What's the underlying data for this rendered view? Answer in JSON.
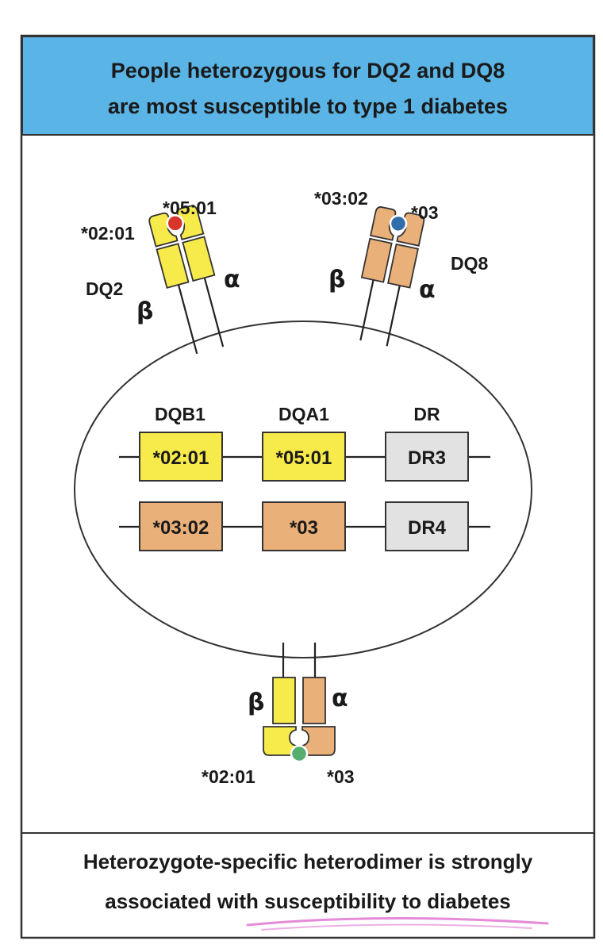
{
  "header": {
    "line1": "People heterozygous for DQ2 and DQ8",
    "line2": "are most susceptible to type 1 diabetes"
  },
  "footer": {
    "line1": "Heterozygote-specific heterodimer is strongly",
    "line2": "associated with susceptibility to diabetes"
  },
  "molecules": {
    "dq2": {
      "name": "DQ2",
      "beta_symbol": "β",
      "alpha_symbol": "α",
      "beta_allele": "*02:01",
      "alpha_allele": "*05:01"
    },
    "dq8": {
      "name": "DQ8",
      "beta_symbol": "β",
      "alpha_symbol": "α",
      "beta_allele": "*03:02",
      "alpha_allele": "*03"
    },
    "hetero": {
      "beta_symbol": "β",
      "alpha_symbol": "α",
      "beta_allele": "*02:01",
      "alpha_allele": "*03"
    }
  },
  "genes": {
    "headers": [
      "DQB1",
      "DQA1",
      "DR"
    ],
    "chromosome1": [
      "*02:01",
      "*05:01",
      "DR3"
    ],
    "chromosome2": [
      "*03:02",
      "*03",
      "DR4"
    ]
  },
  "colors": {
    "header_bg": "#5ab4e6",
    "dq2_yellow": "#f7ea4b",
    "dq8_orange": "#eab07a",
    "dr_gray": "#e2e2e2",
    "peptide_red": "#d9362b",
    "peptide_blue": "#2f6ea8",
    "peptide_green": "#55ad6e",
    "underline_pink": "#e58bd8"
  }
}
